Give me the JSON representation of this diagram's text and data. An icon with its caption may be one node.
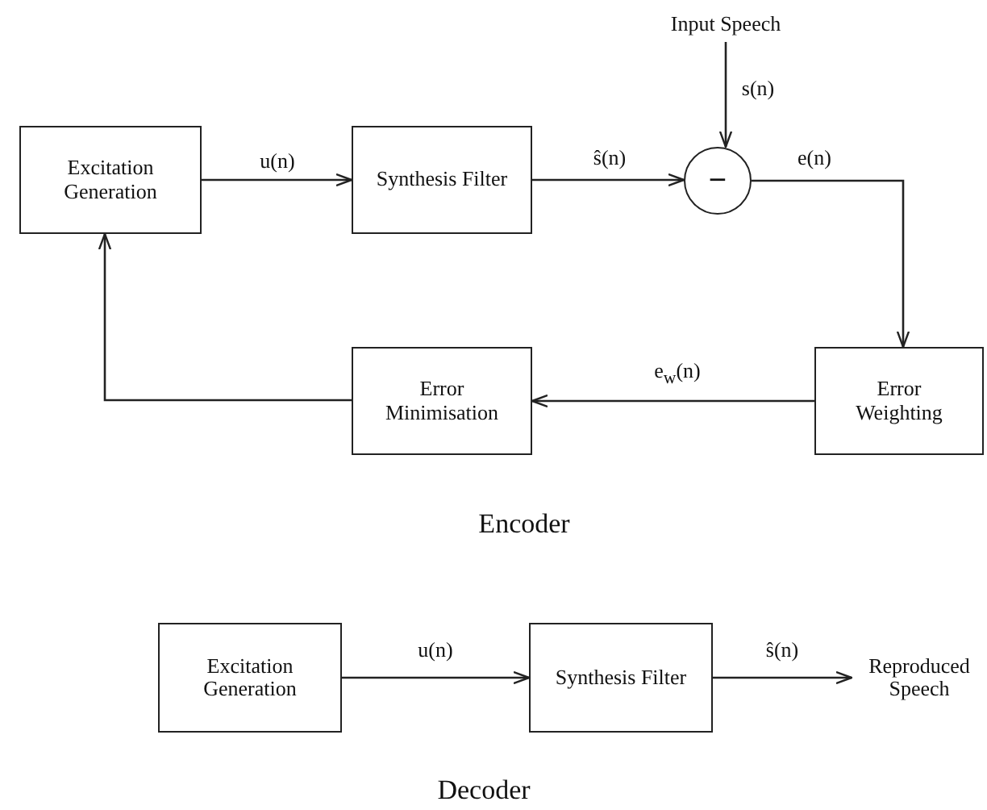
{
  "diagram": {
    "nodes": [
      {
        "text": [
          "Excitation Generation"
        ]
      },
      {
        "text": [
          "Synthesis Filter"
        ]
      },
      {
        "text": [
          "Input Speech"
        ]
      },
      {
        "text": [
          "−"
        ]
      },
      {
        "text": [
          "Error Weighting"
        ]
      },
      {
        "text": [
          "Error Minimisation"
        ]
      },
      {
        "text": [
          "Excitation Generation"
        ]
      },
      {
        "text": [
          "Synthesis Filter"
        ]
      },
      {
        "text": [
          "Reproduced Speech"
        ]
      }
    ],
    "edges": [
      {
        "from": 0,
        "to": 1,
        "arrow": "to",
        "label": "u(n)"
      },
      {
        "from": 1,
        "to": 3,
        "arrow": "to",
        "label": "ŝ(n)"
      },
      {
        "from": 2,
        "to": 3,
        "arrow": "to",
        "label": "s(n)"
      },
      {
        "from": 3,
        "to": 4,
        "arrow": "to",
        "label": "e(n)"
      },
      {
        "from": 4,
        "to": 5,
        "arrow": "to",
        "label": "e$_{w}$(n)"
      },
      {
        "from": 5,
        "to": 0,
        "arrow": "to"
      },
      {
        "from": 6,
        "to": 7,
        "arrow": "to",
        "label": "u(n)"
      },
      {
        "from": 7,
        "to": 8,
        "arrow": "to",
        "label": "ŝ(n)"
      }
    ],
    "labels": [
      "Encoder",
      "Decoder"
    ]
  }
}
